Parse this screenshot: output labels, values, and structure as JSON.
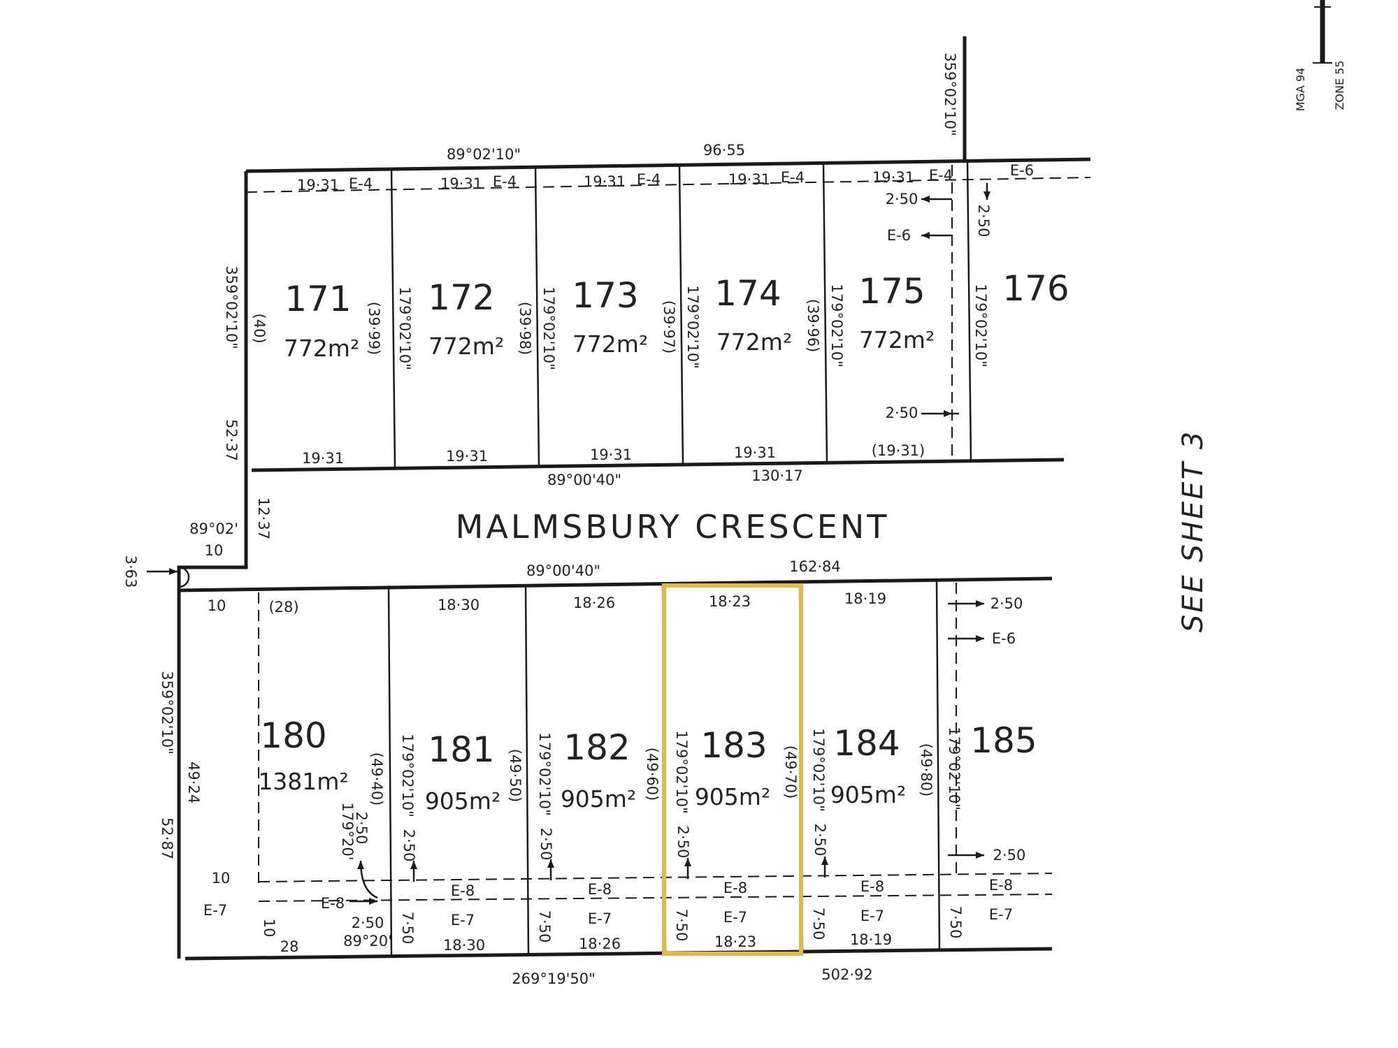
{
  "colors": {
    "ink": "#1a1a1a",
    "highlight": "#e2b84c"
  },
  "icons": {
    "north": "north-arrow-icon",
    "arrow": "arrow-icon",
    "arc": "arc-icon"
  },
  "street": {
    "name": "MALMSBURY CRESCENT"
  },
  "sheet_ref": "SEE SHEET 3",
  "north": {
    "datum": "MGA 94",
    "zone": "ZONE 55"
  },
  "highlighted_lot": "183",
  "top_lots": [
    {
      "number": "171",
      "area": "772m²",
      "frontage": "19·31",
      "rear": "19·31",
      "rear_easement": "E-4",
      "side": "(40)"
    },
    {
      "number": "172",
      "area": "772m²",
      "frontage": "19·31",
      "rear": "19·31",
      "rear_easement": "E-4",
      "side": "(39·99)"
    },
    {
      "number": "173",
      "area": "772m²",
      "frontage": "19·31",
      "rear": "19·31",
      "rear_easement": "E-4",
      "side": "(39·98)"
    },
    {
      "number": "174",
      "area": "772m²",
      "frontage": "19·31",
      "rear": "19·31",
      "rear_easement": "E-4",
      "side": "(39·97)"
    },
    {
      "number": "175",
      "area": "772m²",
      "frontage": "(19·31)",
      "rear": "19·31",
      "rear_easement": "E-4",
      "side": "(39·96)"
    },
    {
      "number": "176",
      "area": "",
      "frontage": "",
      "rear": "",
      "rear_easement": "E-6",
      "side": ""
    }
  ],
  "top_bearings": [
    "179°02'10\"",
    "179°02'10\"",
    "179°02'10\"",
    "179°02'10\"",
    "179°02'10\""
  ],
  "bottom_lots": [
    {
      "number": "180",
      "area": "1381m²",
      "frontage": "(28)",
      "rear": "28",
      "side": "(49·40)"
    },
    {
      "number": "181",
      "area": "905m²",
      "frontage": "18·30",
      "rear": "18·30",
      "side": "(49·50)"
    },
    {
      "number": "182",
      "area": "905m²",
      "frontage": "18·26",
      "rear": "18·26",
      "side": "(49·60)"
    },
    {
      "number": "183",
      "area": "905m²",
      "frontage": "18·23",
      "rear": "18·23",
      "side": "(49·70)"
    },
    {
      "number": "184",
      "area": "905m²",
      "frontage": "18·19",
      "rear": "18·19",
      "side": "(49·80)"
    },
    {
      "number": "185",
      "area": "",
      "frontage": "",
      "rear": "",
      "side": ""
    }
  ],
  "bottom_bearings": [
    "179°02'10\"",
    "179°02'10\"",
    "179°02'10\"",
    "179°02'10\"",
    "179°02'10\""
  ],
  "labels": {
    "top_bearing": "89°02'10\"",
    "top_length": "96·55",
    "east_bearing": "359°02'10\"",
    "west_bearing": "359°02'10\"",
    "west_length": "52·37",
    "street_north_bearing": "89°00'40\"",
    "street_north_length": "130·17",
    "street_width": "12·37",
    "corner_bearing": "89°02'",
    "corner_length": "10",
    "offset": "3·63",
    "street_south_bearing": "89°00'40\"",
    "street_south_length": "162·84",
    "bottom_west_bearing": "359°02'10\"",
    "bottom_west_length": "52·87",
    "bottom_west_inner": "49·24",
    "bottom_bearing": "269°19'50\"",
    "bottom_length": "502·92",
    "ten_a": "10",
    "ten_b": "10",
    "ten_c": "10",
    "e7": "E-7",
    "e8": "E-8",
    "e6": "E-6",
    "w250": "2·50",
    "w750": "7·50",
    "lot180_bearing": "179°20'",
    "lot180_bearing2": "89°20'"
  }
}
